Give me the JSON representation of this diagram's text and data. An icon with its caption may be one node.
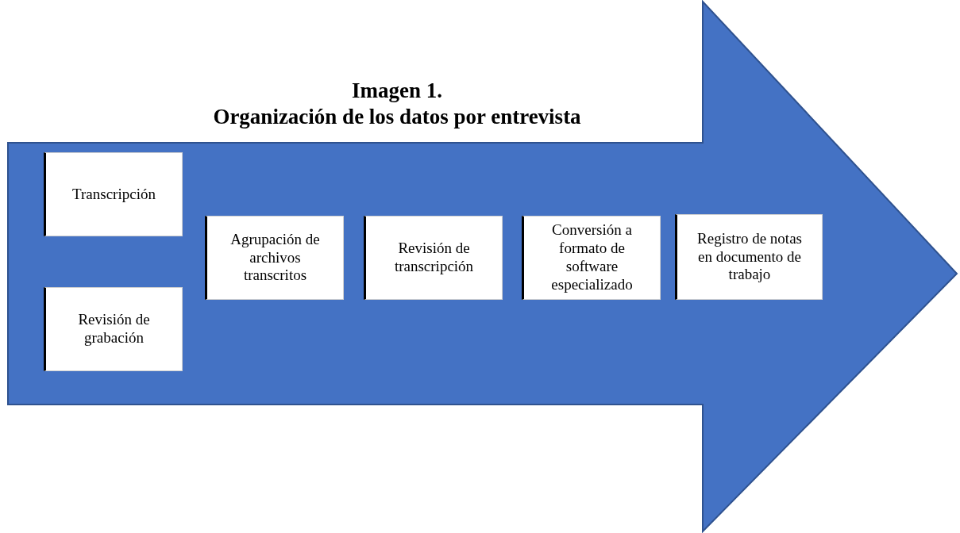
{
  "diagram": {
    "title": "Imagen 1. Organización de los datos por entrevista",
    "nodes": [
      {
        "text": [],
        "shape": "arrow"
      },
      {
        "text": [
          "Transcripción"
        ],
        "in": 0
      },
      {
        "text": [
          "Revisión de grabación"
        ],
        "in": 0
      },
      {
        "text": [
          "Agrupación de archivos transcritos"
        ],
        "in": 0
      },
      {
        "text": [
          "Revisión de transcripción"
        ],
        "in": 0
      },
      {
        "text": [
          "Conversión a formato de software especializado"
        ],
        "in": 0
      },
      {
        "text": [
          "Registro de notas en documento de trabajo"
        ],
        "in": 0
      }
    ]
  }
}
